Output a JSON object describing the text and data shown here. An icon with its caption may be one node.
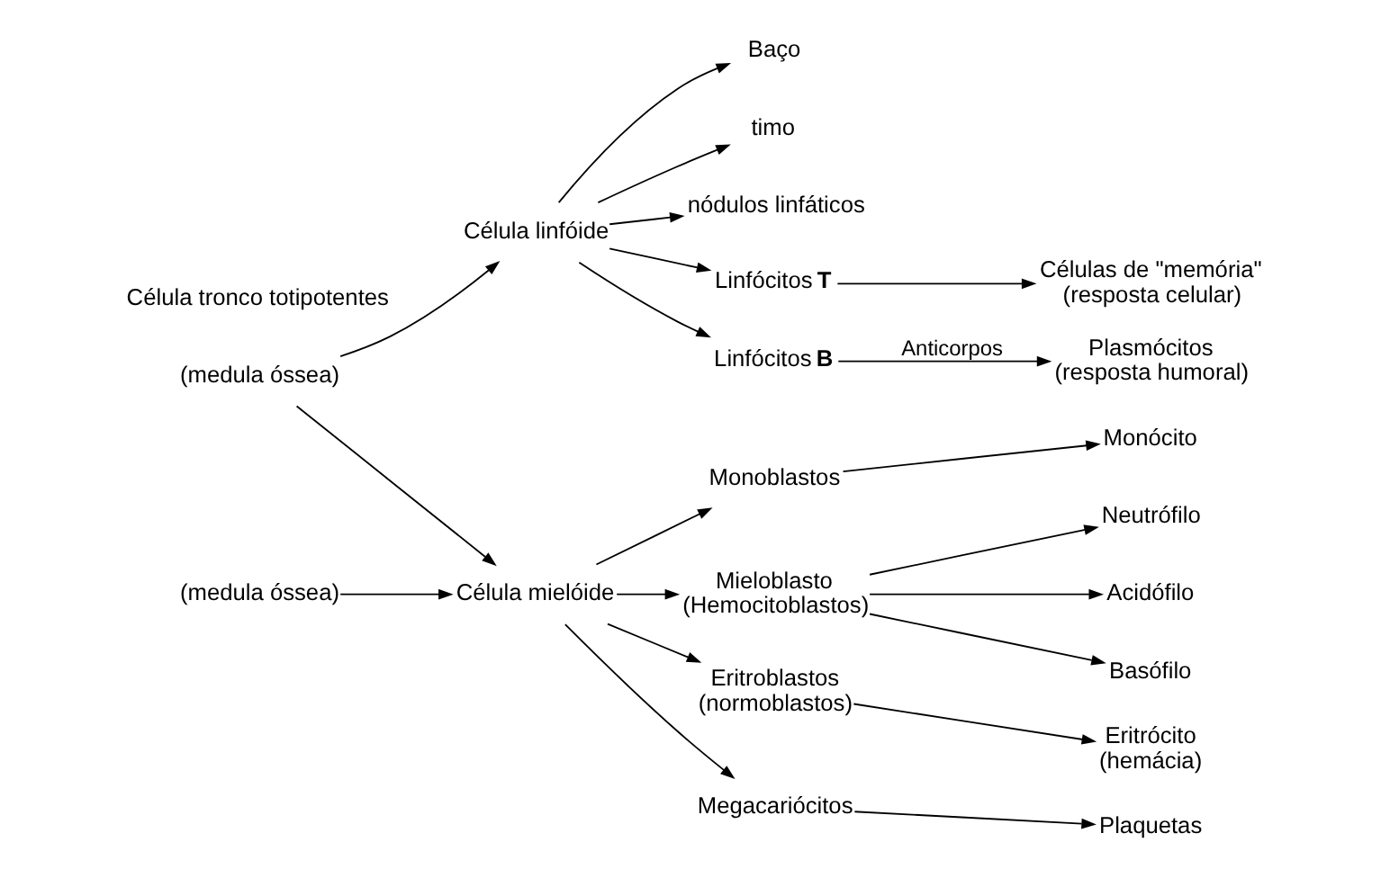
{
  "diagram": {
    "nodes": [
      {
        "text": [
          "Baço"
        ]
      },
      {
        "text": [
          "timo"
        ]
      },
      {
        "text": [
          "nódulos linfáticos"
        ]
      },
      {
        "text": [
          "Célula linfóide"
        ]
      },
      {
        "text": [
          "Linfócitos **T**"
        ]
      },
      {
        "text": [
          "Linfócitos **B**"
        ]
      },
      {
        "text": [
          "Células de \"memória\"",
          "(resposta celular)"
        ]
      },
      {
        "text": [
          "Plasmócitos",
          "(resposta humoral)"
        ]
      },
      {
        "text": [
          "(medula óssea)"
        ]
      },
      {
        "text": [
          "Monoblastos"
        ]
      },
      {
        "text": [
          "Monócito"
        ]
      },
      {
        "text": [
          "Célula mielóide"
        ]
      },
      {
        "text": [
          "Mieloblasto",
          "(Hemocitoblastos)"
        ]
      },
      {
        "text": [
          "Neutrófilo"
        ]
      },
      {
        "text": [
          "Acidófilo"
        ]
      },
      {
        "text": [
          "Basófilo"
        ]
      },
      {
        "text": [
          "Eritroblastos",
          "(normoblastos)"
        ]
      },
      {
        "text": [
          "Eritrócito",
          "(hemácia)"
        ]
      },
      {
        "text": [
          "(medula óssea)"
        ]
      },
      {
        "text": [
          "Megacariócitos"
        ]
      },
      {
        "text": [
          "Plaquetas"
        ]
      }
    ],
    "edges": [
      {
        "from": 3,
        "to": 0,
        "arrow": "to"
      },
      {
        "from": 3,
        "to": 1,
        "arrow": "to"
      },
      {
        "from": 3,
        "to": 2,
        "arrow": "to"
      },
      {
        "from": 3,
        "to": 4,
        "arrow": "to"
      },
      {
        "from": 3,
        "to": 5,
        "arrow": "to"
      },
      {
        "from": 4,
        "to": 6,
        "arrow": "to"
      },
      {
        "from": 5,
        "to": 7,
        "arrow": "to",
        "label": "Anticorpos"
      },
      {
        "from": 8,
        "to": 3,
        "arrow": "to"
      },
      {
        "from": 8,
        "to": 11,
        "arrow": "to"
      },
      {
        "from": 11,
        "to": 9,
        "arrow": "to"
      },
      {
        "from": 9,
        "to": 10,
        "arrow": "to"
      },
      {
        "from": 11,
        "to": 12,
        "arrow": "to"
      },
      {
        "from": 11,
        "to": 16,
        "arrow": "to"
      },
      {
        "from": 11,
        "to": 19,
        "arrow": "to"
      },
      {
        "from": 12,
        "to": 13,
        "arrow": "to"
      },
      {
        "from": 12,
        "to": 14,
        "arrow": "to"
      },
      {
        "from": 12,
        "to": 15,
        "arrow": "to"
      },
      {
        "from": 16,
        "to": 17,
        "arrow": "to"
      },
      {
        "from": 18,
        "to": 11,
        "arrow": "to"
      },
      {
        "from": 19,
        "to": 20,
        "arrow": "to"
      }
    ],
    "labels": [
      "Célula tronco totipotentes"
    ]
  }
}
